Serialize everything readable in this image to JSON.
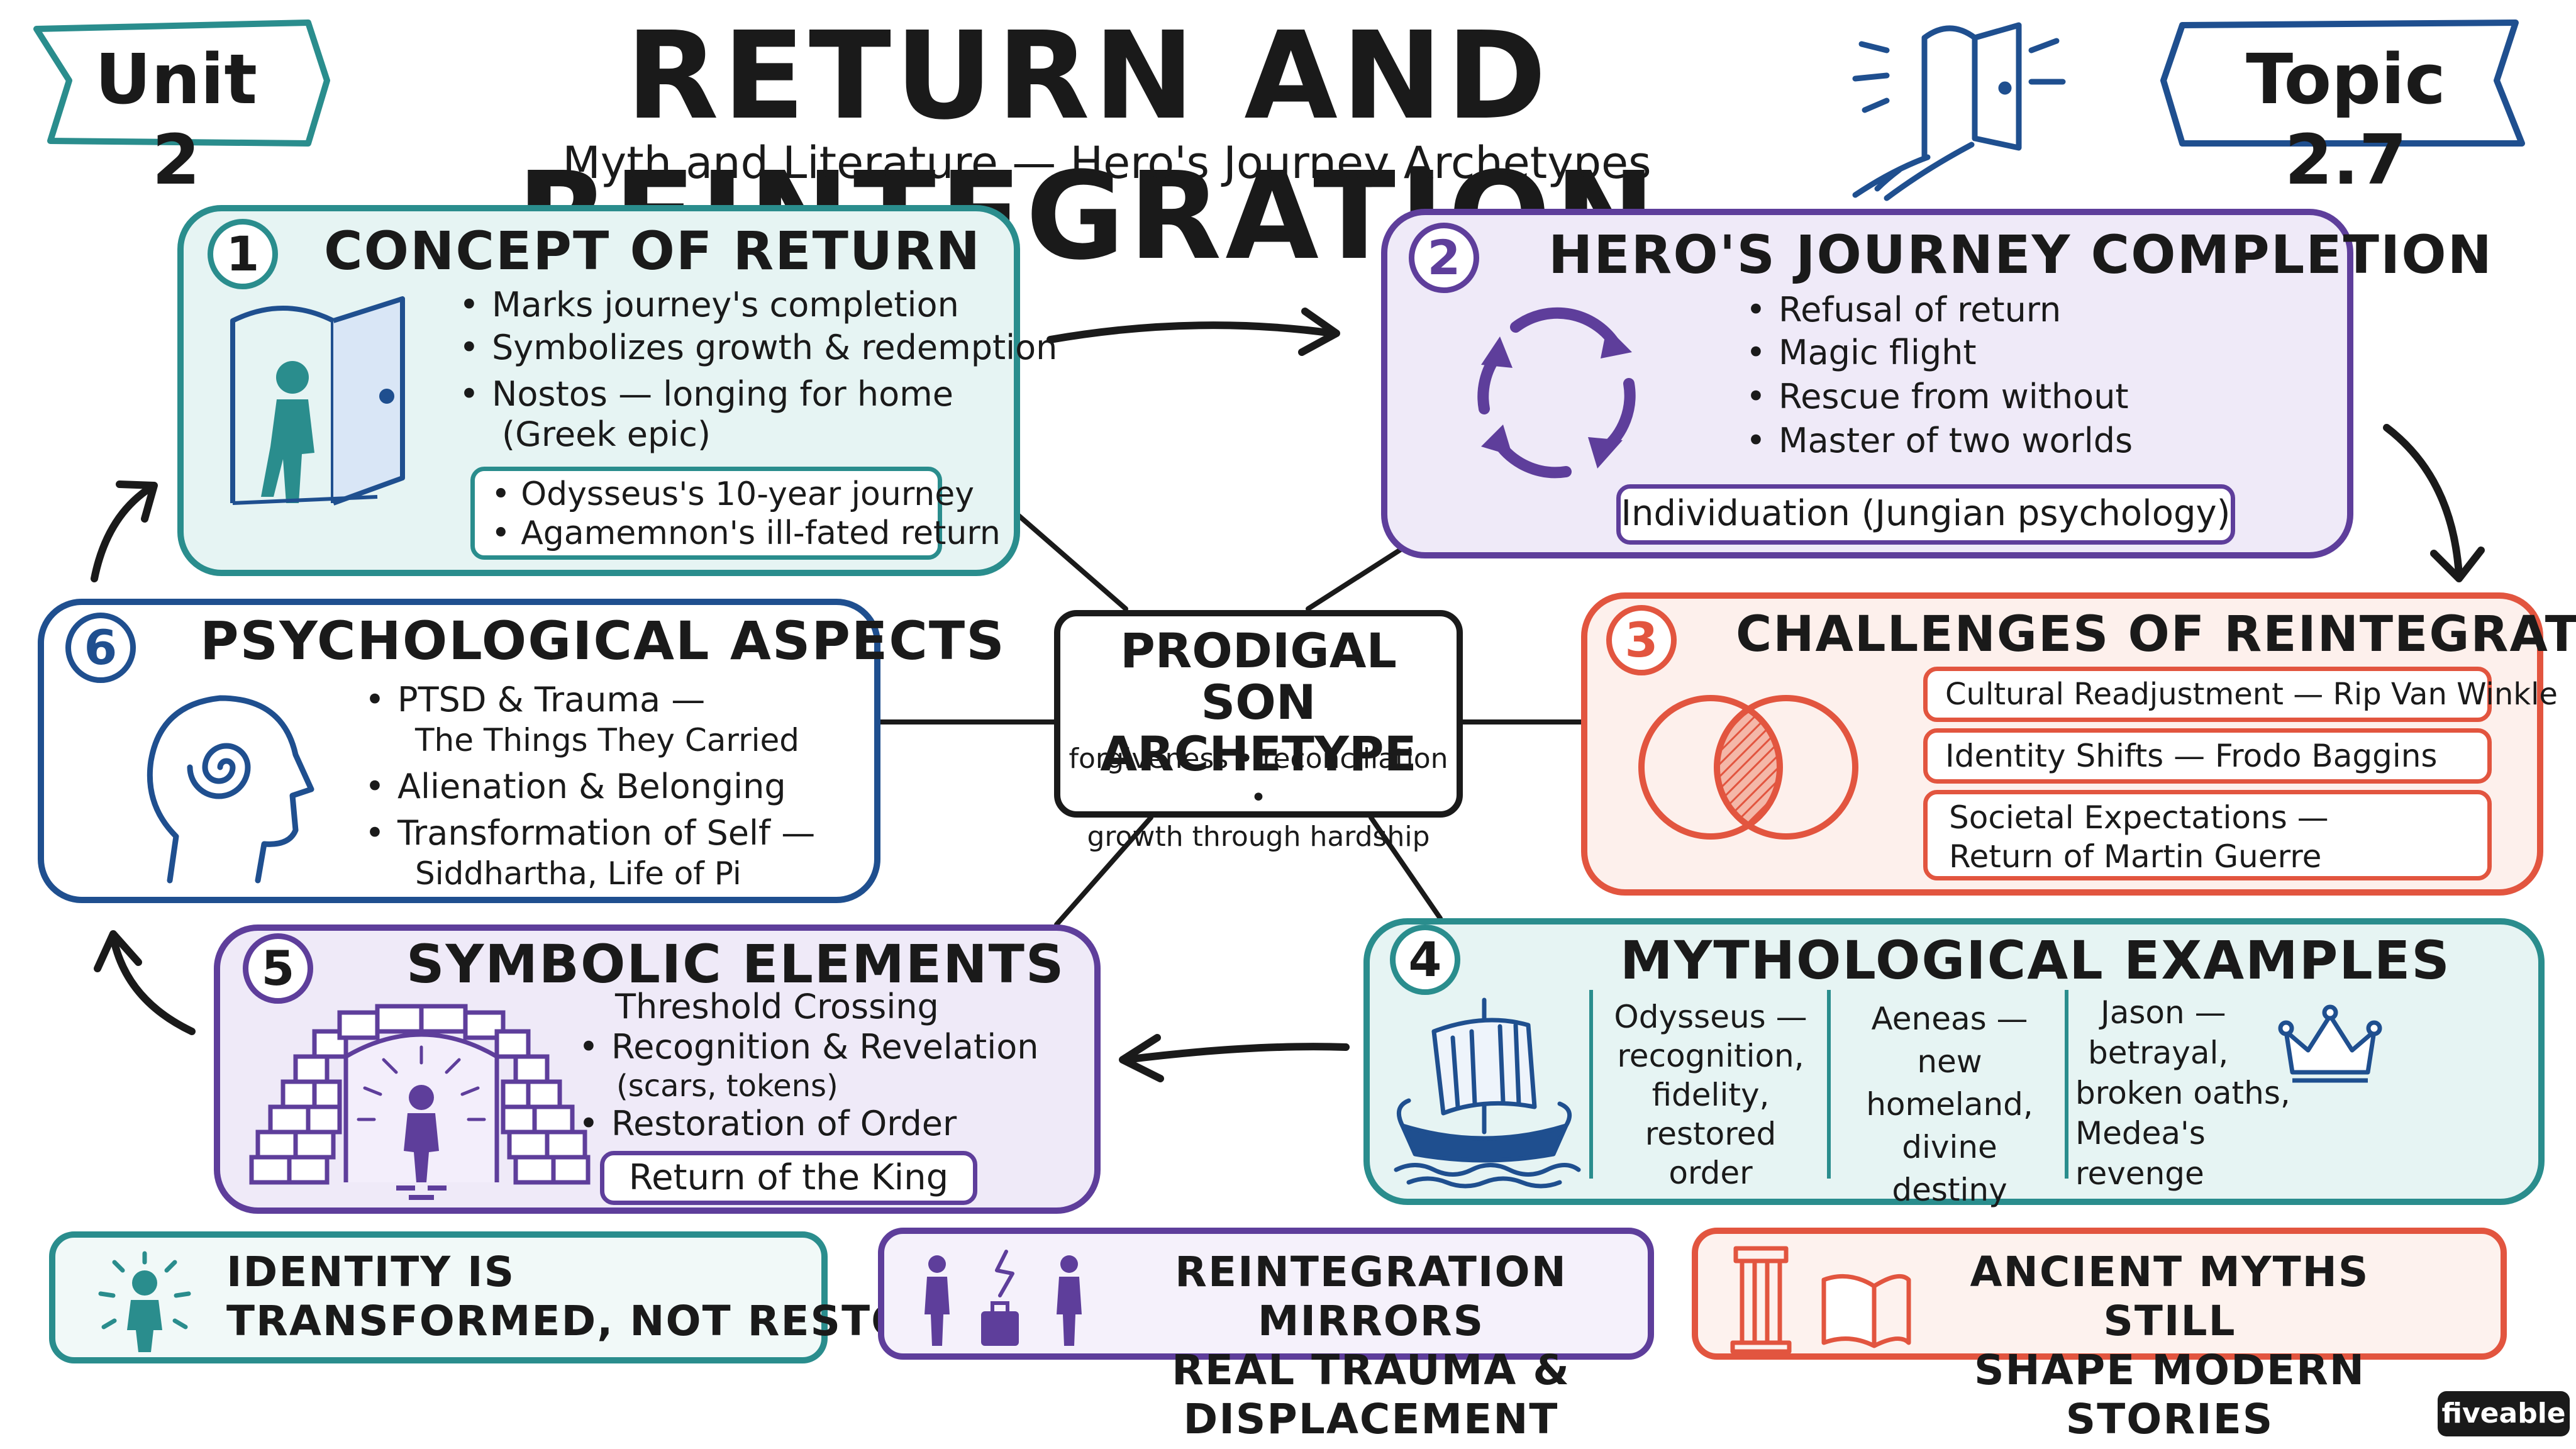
{
  "header": {
    "unit_tag": "Unit 2",
    "title": "RETURN AND REINTEGRATION",
    "subtitle": "Myth and Literature — Hero's Journey Archetypes",
    "topic_tag": "Topic 2.7"
  },
  "center": {
    "title_line1": "PRODIGAL SON",
    "title_line2": "ARCHETYPE",
    "sub_line1": "forgiveness • reconciliation •",
    "sub_line2": "growth through hardship"
  },
  "panels": {
    "p1": {
      "num": "1",
      "title": "CONCEPT OF RETURN",
      "bullets": [
        "Marks journey's completion",
        "Symbolizes growth & redemption",
        "Nostos — longing for home",
        "(Greek epic)"
      ],
      "box_lines": [
        "• Odysseus's 10-year journey",
        "• Agamemnon's ill-fated return"
      ]
    },
    "p2": {
      "num": "2",
      "title": "HERO'S JOURNEY COMPLETION",
      "bullets": [
        "Refusal of return",
        "Magic flight",
        "Rescue from without",
        "Master of two worlds"
      ],
      "box": "Individuation (Jungian psychology)"
    },
    "p3": {
      "num": "3",
      "title": "CHALLENGES OF REINTEGRATION",
      "boxes": [
        "Cultural Readjustment — Rip Van Winkle",
        "Identity Shifts — Frodo Baggins",
        "Societal Expectations —",
        "Return of Martin Guerre"
      ]
    },
    "p4": {
      "num": "4",
      "title": "MYTHOLOGICAL EXAMPLES",
      "col1": [
        "Odysseus —",
        "recognition,",
        "fidelity,",
        "restored order"
      ],
      "col2": [
        "Aeneas —",
        "new homeland,",
        "divine destiny"
      ],
      "col3": [
        "Jason —",
        "betrayal,",
        "broken oaths,",
        "Medea's revenge"
      ]
    },
    "p5": {
      "num": "5",
      "title": "SYMBOLIC ELEMENTS",
      "lines": [
        "Threshold Crossing",
        "Recognition & Revelation",
        "(scars, tokens)",
        "Restoration of Order"
      ],
      "box": "Return of the King"
    },
    "p6": {
      "num": "6",
      "title": "PSYCHOLOGICAL ASPECTS",
      "lines": [
        "PTSD & Trauma —",
        "The Things They Carried",
        "Alienation & Belonging",
        "Transformation of Self —",
        "Siddhartha, Life of Pi"
      ]
    }
  },
  "bottom": {
    "b1": [
      "IDENTITY IS",
      "TRANSFORMED, NOT RESTORED"
    ],
    "b2": [
      "REINTEGRATION MIRRORS",
      "REAL TRAUMA & DISPLACEMENT"
    ],
    "b3": [
      "ANCIENT MYTHS STILL",
      "SHAPE MODERN STORIES"
    ]
  },
  "brand": "fiveable",
  "colors": {
    "teal": "#2a8d8d",
    "purple": "#5e3e9b",
    "red": "#e2553f",
    "blue": "#1f4f8f",
    "ink": "#1a1a1a"
  }
}
